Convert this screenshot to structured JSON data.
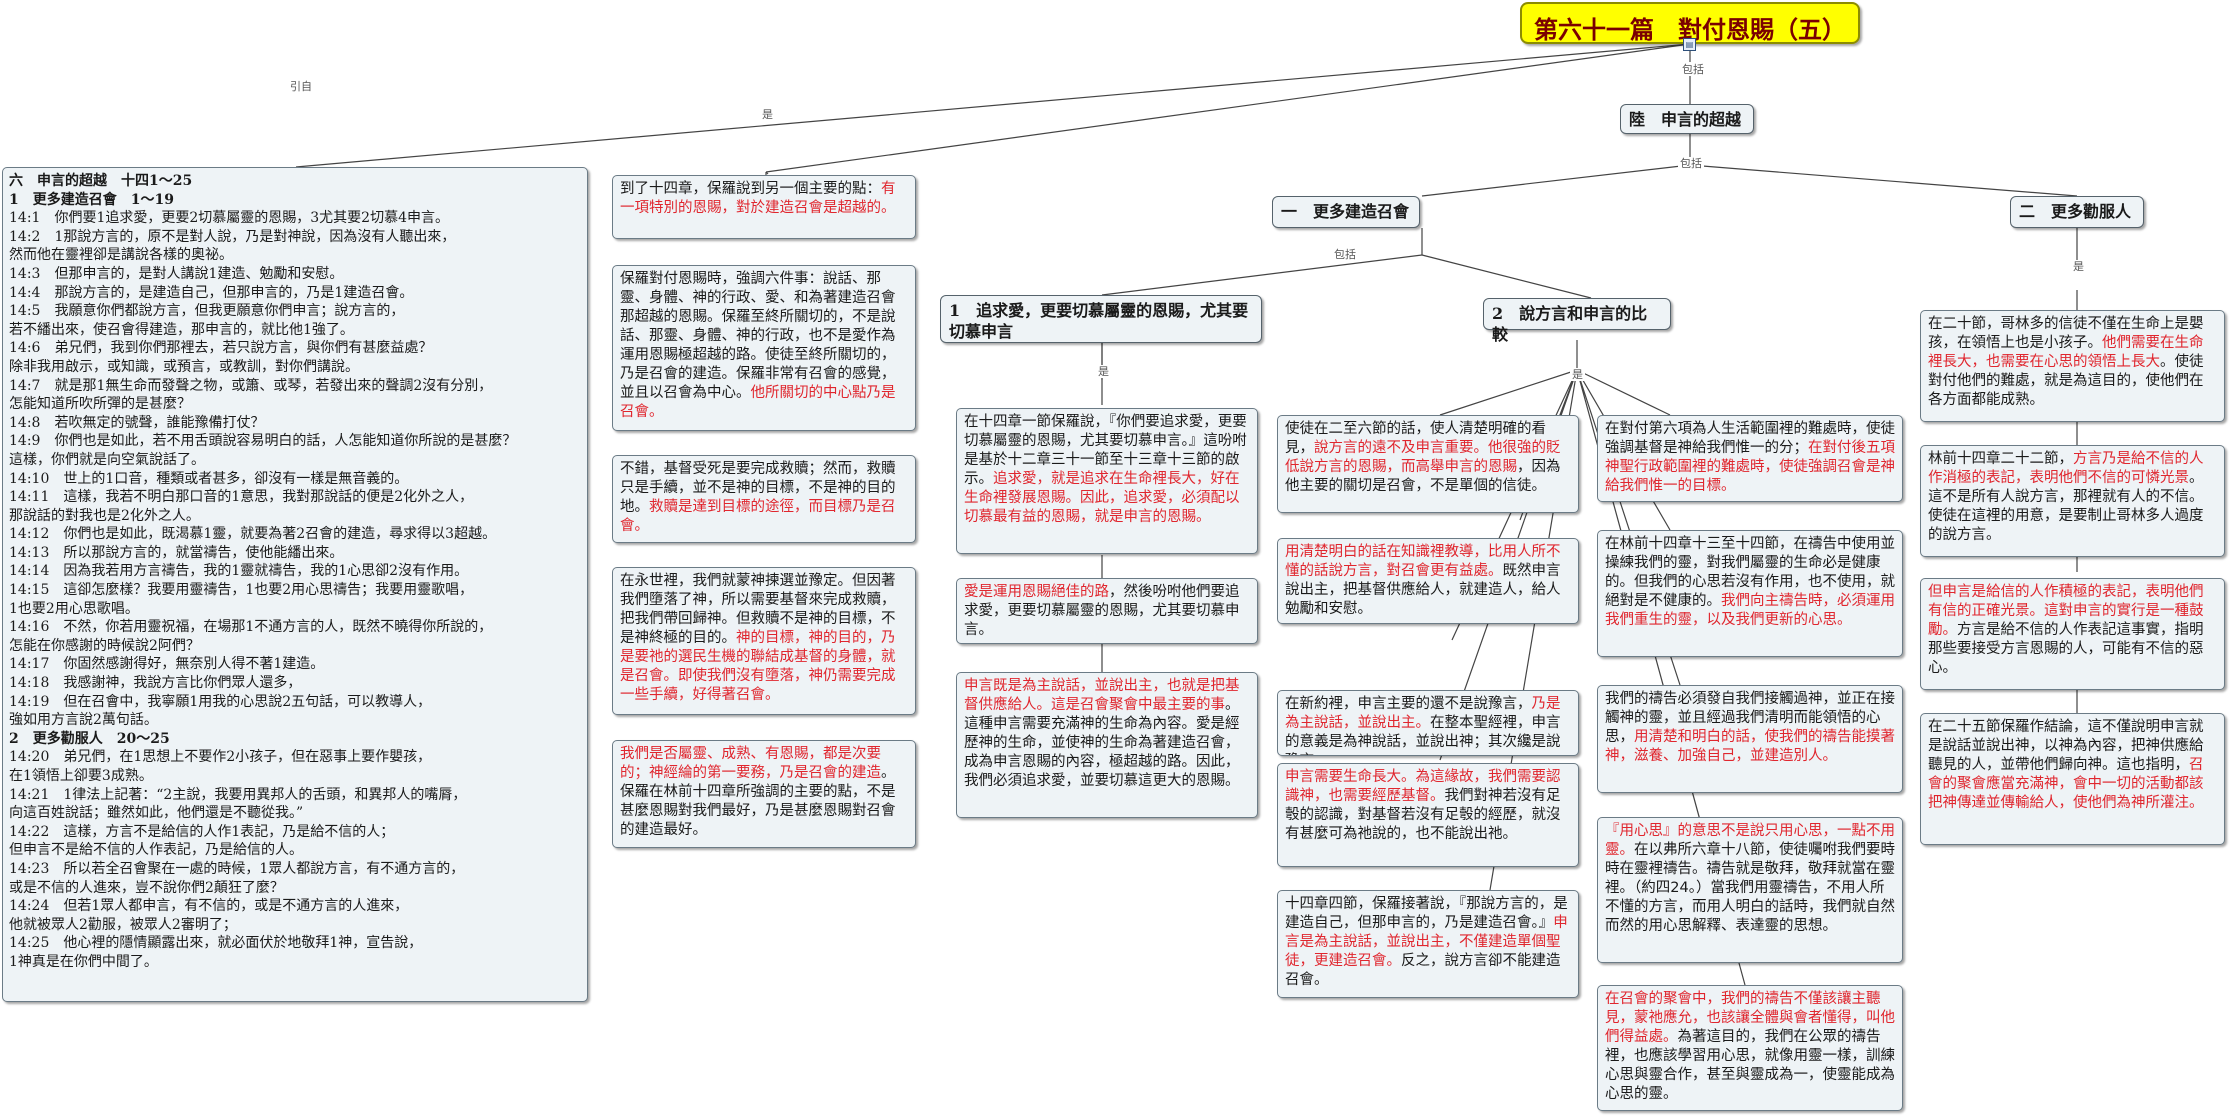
{
  "title": "第六十一篇　對付恩賜（五）",
  "edge_labels": {
    "yin_zi": "引自",
    "shi_a": "是",
    "bao_kuo_a": "包括",
    "bao_kuo_b": "包括",
    "bao_kuo_c": "包括",
    "shi_b": "是",
    "shi_c": "是",
    "shi_d": "是"
  },
  "headings": {
    "main": "陸　申言的超越",
    "one": "一　更多建造召會",
    "two": "二　更多勸服人",
    "sub1": "1　追求愛，更要切慕屬靈的恩賜，尤其要切慕申言",
    "sub2": "2　說方言和申言的比較"
  },
  "scripture": {
    "lines": [
      {
        "t": "六　申言的超越　十四1～25",
        "b": true
      },
      {
        "t": "1　更多建造召會　1～19",
        "b": true
      },
      {
        "t": "14:1　你們要1追求愛，更要2切慕屬靈的恩賜，3尤其要2切慕4申言。"
      },
      {
        "t": "14:2　1那說方言的，原不是對人說，乃是對神說，因為沒有人聽出來，"
      },
      {
        "t": "然而他在靈裡卻是講說各樣的奧祕。"
      },
      {
        "t": "14:3　但那申言的，是對人講說1建造、勉勵和安慰。"
      },
      {
        "t": "14:4　那說方言的，是建造自己，但那申言的，乃是1建造召會。"
      },
      {
        "t": "14:5　我願意你們都說方言，但我更願意你們申言；說方言的，"
      },
      {
        "t": "若不繙出來，使召會得建造，那申言的，就比他1強了。"
      },
      {
        "t": "14:6　弟兄們，我到你們那裡去，若只說方言，與你們有甚麼益處？"
      },
      {
        "t": "除非我用啟示，或知識，或預言，或教訓，對你們講說。"
      },
      {
        "t": "14:7　就是那1無生命而發聲之物，或簫、或琴，若發出來的聲調2沒有分別，"
      },
      {
        "t": "怎能知道所吹所彈的是甚麼？"
      },
      {
        "t": "14:8　若吹無定的號聲，誰能豫備打仗？"
      },
      {
        "t": "14:9　你們也是如此，若不用舌頭說容易明白的話，人怎能知道你所說的是甚麼？"
      },
      {
        "t": "這樣，你們就是向空氣說話了。"
      },
      {
        "t": "14:10　世上的1口音，種類或者甚多，卻沒有一樣是無音義的。"
      },
      {
        "t": "14:11　這樣，我若不明白那口音的1意思，我對那說話的便是2化外之人，"
      },
      {
        "t": "那說話的對我也是2化外之人。"
      },
      {
        "t": "14:12　你們也是如此，既渴慕1靈，就要為著2召會的建造，尋求得以3超越。"
      },
      {
        "t": "14:13　所以那說方言的，就當禱告，使他能繙出來。"
      },
      {
        "t": "14:14　因為我若用方言禱告，我的1靈就禱告，我的1心思卻2沒有作用。"
      },
      {
        "t": "14:15　這卻怎麼樣？我要用靈禱告，1也要2用心思禱告；我要用靈歌唱，"
      },
      {
        "t": "1也要2用心思歌唱。"
      },
      {
        "t": "14:16　不然，你若用靈祝福，在場那1不通方言的人，既然不曉得你所說的，"
      },
      {
        "t": "怎能在你感謝的時候說2阿們？"
      },
      {
        "t": "14:17　你固然感謝得好，無奈別人得不著1建造。"
      },
      {
        "t": "14:18　我感謝神，我說方言比你們眾人還多，"
      },
      {
        "t": "14:19　但在召會中，我寧願1用我的心思說2五句話，可以教導人，"
      },
      {
        "t": "強如用方言說2萬句話。"
      },
      {
        "t": "2　更多勸服人　20～25",
        "b": true
      },
      {
        "t": "14:20　弟兄們，在1思想上不要作2小孩子，但在惡事上要作嬰孩，"
      },
      {
        "t": "在1領悟上卻要3成熟。"
      },
      {
        "t": "14:21　1律法上記著：“2主說，我要用異邦人的舌頭，和異邦人的嘴脣，"
      },
      {
        "t": "向這百姓說話；雖然如此，他們還是不聽從我。”"
      },
      {
        "t": "14:22　這樣，方言不是給信的人作1表記，乃是給不信的人；"
      },
      {
        "t": "但申言不是給不信的人作表記，乃是給信的人。"
      },
      {
        "t": "14:23　所以若全召會聚在一處的時候，1眾人都說方言，有不通方言的，"
      },
      {
        "t": "或是不信的人進來，豈不說你們2顛狂了麼？"
      },
      {
        "t": "14:24　但若1眾人都申言，有不信的，或是不通方言的人進來，"
      },
      {
        "t": "他就被眾人2勸服，被眾人2審明了；"
      },
      {
        "t": "14:25　他心裡的隱情顯露出來，就必面伏於地敬拜1神，宣告說，"
      },
      {
        "t": "1神真是在你們中間了。"
      }
    ]
  },
  "notes": {
    "c2_1": [
      {
        "t": "到了十四章，保羅說到另一個主要的點："
      },
      {
        "t": "有一項特別的恩賜，對於建造召會是超越的。",
        "r": true
      }
    ],
    "c2_2": [
      {
        "t": "保羅對付恩賜時，強調六件事：說話、那靈、身體、神的行政、愛、和為著建造召會那超越的恩賜。保羅至終所關切的，不是說話、那靈、身體、神的行政，也不是愛作為運用恩賜極超越的路。使徒至終所關切的，乃是召會的建造。保羅非常有召會的感覺，並且以召會為中心。"
      },
      {
        "t": "他所關切的中心點乃是召會。",
        "r": true
      }
    ],
    "c2_3": [
      {
        "t": "不錯，基督受死是要完成救贖；然而，救贖只是手續，並不是神的目標，不是神的目的地。"
      },
      {
        "t": "救贖是達到目標的途徑，而目標乃是召會。",
        "r": true
      }
    ],
    "c2_4": [
      {
        "t": "在永世裡，我們就蒙神揀選並豫定。但因著我們墮落了神，所以需要基督來完成救贖，把我們帶回歸神。但救贖不是神的目標，不是神終極的目的。"
      },
      {
        "t": "神的目標，神的目的，乃是要祂的選民生機的聯結成基督的身體，就是召會。即使我們沒有墮落，神仍需要完成一些手續，好得著召會。",
        "r": true
      }
    ],
    "c2_5": [
      {
        "t": "我們是否屬靈、成熟、有恩賜，都是次要的；神經綸的第一要務，乃是召會的建造",
        "r": true
      },
      {
        "t": "。保羅在林前十四章所強調的主要的點，不是甚麼恩賜對我們最好，乃是甚麼恩賜對召會的建造最好。"
      }
    ],
    "c3_1": [
      {
        "t": "在十四章一節保羅說，『你們要追求愛，更要切慕屬靈的恩賜，尤其要切慕申言。』這吩咐是基於十二章三十一節至十三章十三節的啟示。"
      },
      {
        "t": "追求愛，就是追求在生命裡長大，好在生命裡發展恩賜。因此，追求愛，必須配以切慕最有益的恩賜，就是申言的恩賜。",
        "r": true
      }
    ],
    "c3_2": [
      {
        "t": "愛是運用恩賜絕佳的路",
        "r": true
      },
      {
        "t": "，然後吩咐他們要追求愛，更要切慕屬靈的恩賜，尤其要切慕申言。"
      }
    ],
    "c3_3": [
      {
        "t": "申言既是為主說話，並說出主，也就是把基督供應給人。這是召會聚會中最主要的事",
        "r": true
      },
      {
        "t": "。這種申言需要充滿神的生命為內容。愛是經歷神的生命，並使神的生命為著建造召會，成為申言恩賜的內容，極超越的路。因此，我們必須追求愛，並要切慕這更大的恩賜。"
      }
    ],
    "c4_1": [
      {
        "t": "使徒在二至六節的話，使人清楚明確的看見，"
      },
      {
        "t": "說方言的遠不及申言重要。他很強的貶低說方言的恩賜，而高舉申言的恩賜",
        "r": true
      },
      {
        "t": "，因為他主要的關切是召會，不是單個的信徒。"
      }
    ],
    "c4_2": [
      {
        "t": "用清楚明白的話在知識裡教導，比用人所不懂的話說方言，對召會更有益處。",
        "r": true
      },
      {
        "t": "既然申言說出主，把基督供應給人，就建造人，給人勉勵和安慰。"
      }
    ],
    "c4_3": [
      {
        "t": "在新約裡，申言主要的還不是說豫言，"
      },
      {
        "t": "乃是為主說話，並說出主。",
        "r": true
      },
      {
        "t": "在整本聖經裡，申言的意義是為神說話，並說出神；其次纔是說豫言。"
      }
    ],
    "c4_4": [
      {
        "t": "申言需要生命長大。為這緣故，我們需要認識神，也需要經歷基督。",
        "r": true
      },
      {
        "t": "我們對神若沒有足彀的認識，對基督若沒有足彀的經歷，就沒有甚麼可為祂說的，也不能說出祂。"
      }
    ],
    "c4_5": [
      {
        "t": "十四章四節，保羅接著說，『那說方言的，是建造自己，但那申言的，乃是建造召會。』"
      },
      {
        "t": "申言是為主說話，並說出主，不僅建造單個聖徒，更建造召會。",
        "r": true
      },
      {
        "t": "反之，說方言卻不能建造召會。"
      }
    ],
    "c5_1": [
      {
        "t": "在對付第六項為人生活範圍裡的難處時，使徒強調基督是神給我們惟一的分；"
      },
      {
        "t": "在對付後五項神聖行政範圍裡的難處時，使徒強調召會是神給我們惟一的目標。",
        "r": true
      }
    ],
    "c5_2": [
      {
        "t": "在林前十四章十三至十四節，在禱告中使用並操練我們的靈，對我們屬靈的生命必是健康的。但我們的心思若沒有作用，也不使用，就絕對是不健康的。"
      },
      {
        "t": "我們向主禱告時，必須運用我們重生的靈，以及我們更新的心思。",
        "r": true
      }
    ],
    "c5_3": [
      {
        "t": "我們的禱告必須發自我們接觸過神，並正在接觸神的靈，並且經過我們清明而能領悟的心思，"
      },
      {
        "t": "用清楚和明白的話，使我們的禱告能摸著神，滋養、加強自己，並建造別人。",
        "r": true
      }
    ],
    "c5_4": [
      {
        "t": "『用心思』的意思不是說只用心思，一點不用靈。",
        "r": true
      },
      {
        "t": "在以弗所六章十八節，使徒囑咐我們要時時在靈裡禱告。禱告就是敬拜，敬拜就當在靈裡。（約四24。）當我們用靈禱告，不用人所不懂的方言，而用人明白的話時，我們就自然而然的用心思解釋、表達靈的思想。"
      }
    ],
    "c5_5": [
      {
        "t": "在召會的聚會中，我們的禱告不僅該讓主聽見，蒙祂應允，也該讓全體與會者懂得，叫他們得益處。",
        "r": true
      },
      {
        "t": "為著這目的，我們在公眾的禱告裡，也應該學習用心思，就像用靈一樣，訓練心思與靈合作，甚至與靈成為一，使靈能成為心思的靈。"
      }
    ],
    "c6_1": [
      {
        "t": "在二十節，哥林多的信徒不僅在生命上是嬰孩，在領悟上也是小孩子。"
      },
      {
        "t": "他們需要在生命裡長大，也需要在心思的領悟上長大",
        "r": true
      },
      {
        "t": "。使徒對付他們的難處，就是為這目的，使他們在各方面都能成熟。"
      }
    ],
    "c6_2": [
      {
        "t": "林前十四章二十二節，"
      },
      {
        "t": "方言乃是給不信的人作消極的表記，表明他們不信的可憐光景",
        "r": true
      },
      {
        "t": "。這不是所有人說方言，那裡就有人的不信。使徒在這裡的用意，是要制止哥林多人過度的說方言。"
      }
    ],
    "c6_3": [
      {
        "t": "但申言是給信的人作積極的表記，表明他們有信的正確光景。這對申言的實行是一種鼓勵。",
        "r": true
      },
      {
        "t": "方言是給不信的人作表記這事實，指明那些要接受方言恩賜的人，可能有不信的惡心。"
      }
    ],
    "c6_4": [
      {
        "t": "在二十五節保羅作結論，這不僅說明申言就是說話並說出神，以神為內容，把神供應給聽見的人，並帶他們歸向神。這也指明，"
      },
      {
        "t": "召會的聚會應當充滿神，會中一切的活動都該把神傳達並傳輸給人，使他們為神所灌注。",
        "r": true
      }
    ]
  }
}
